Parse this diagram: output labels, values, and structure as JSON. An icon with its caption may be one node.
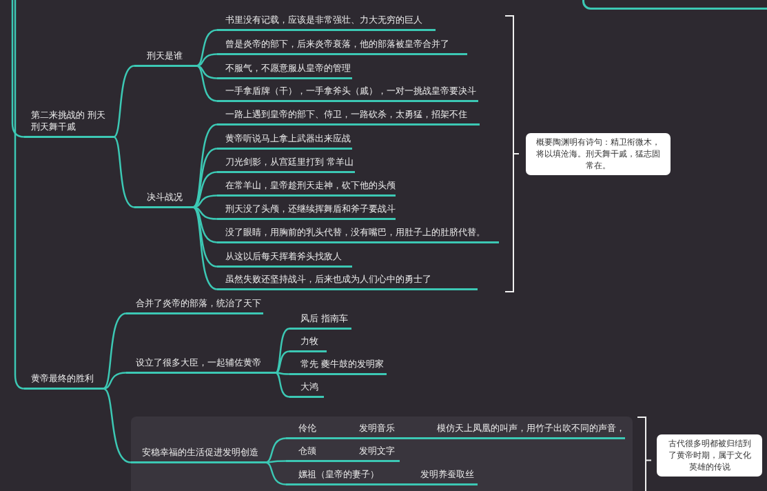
{
  "diagram": {
    "nodes": [
      {
        "text": [],
        "shape": "box"
      },
      {
        "text": [
          "第二来挑战的 刑天刑天舞干戚"
        ]
      },
      {
        "text": [
          "刑天是谁"
        ]
      },
      {
        "text": [
          "书里没有记载，应该是非常强壮、力大无穷的巨人"
        ]
      },
      {
        "text": [
          "曾是炎帝的部下，后来炎帝衰落，他的部落被皇帝合并了"
        ]
      },
      {
        "text": [
          "不服气，不愿意服从皇帝的管理"
        ]
      },
      {
        "text": [
          "一手拿盾牌（干），一手拿斧头（戚），一对一挑战皇帝要决斗"
        ]
      },
      {
        "text": [
          "决斗战况"
        ]
      },
      {
        "text": [
          "一路上遇到皇帝的部下、侍卫，一路砍杀，太勇猛，招架不住"
        ]
      },
      {
        "text": [
          "黄帝听说马上拿上武器出来应战"
        ]
      },
      {
        "text": [
          "刀光剑影，从宫廷里打到 常羊山"
        ]
      },
      {
        "text": [
          "在常羊山，皇帝趁刑天走神，砍下他的头颅"
        ]
      },
      {
        "text": [
          "刑天没了头颅，还继续挥舞盾和斧子要战斗"
        ]
      },
      {
        "text": [
          "没了眼睛，用胸前的乳头代替，没有嘴巴，用肚子上的肚脐代替。"
        ]
      },
      {
        "text": [
          "从这以后每天挥着斧头找敌人"
        ]
      },
      {
        "text": [
          "虽然失败还坚持战斗，后来也成为人们心中的勇士了"
        ]
      },
      {
        "text": [
          "概要陶渊明有诗句：精卫衔微木，将以填沧海。刑天舞干戚，猛志固常在。"
        ]
      },
      {
        "text": [
          "黄帝最终的胜利"
        ]
      },
      {
        "text": [
          "合并了炎帝的部落，统治了天下"
        ]
      },
      {
        "text": [
          "设立了很多大臣，一起辅佐黄帝"
        ]
      },
      {
        "text": [
          "风后 指南车"
        ]
      },
      {
        "text": [
          "力牧"
        ]
      },
      {
        "text": [
          "常先 夔牛鼓的发明家"
        ]
      },
      {
        "text": [
          "大鸿"
        ]
      },
      {
        "text": [],
        "shape": "box"
      },
      {
        "text": [
          "安稳幸福的生活促进发明创造"
        ],
        "in": 24
      },
      {
        "text": [
          "伶伦",
          "发明音乐",
          "模仿天上凤凰的叫声，用竹子出吹不同的声音，"
        ],
        "in": 24
      },
      {
        "text": [
          "仓颉",
          "发明文字"
        ],
        "in": 24
      },
      {
        "text": [
          "嫘祖（皇帝的妻子）",
          "发明养蚕取丝"
        ],
        "in": 24
      },
      {
        "text": [
          "古代很多明都被归结到了黄帝时期，属于文化英雄的传说"
        ]
      }
    ],
    "edges": [
      {
        "from": null,
        "to": 1,
        "arrow": "none"
      },
      {
        "from": null,
        "to": 17,
        "arrow": "none"
      },
      {
        "from": 1,
        "to": 2,
        "arrow": "none"
      },
      {
        "from": 1,
        "to": 7,
        "arrow": "none"
      },
      {
        "from": 2,
        "to": 3,
        "arrow": "none"
      },
      {
        "from": 2,
        "to": 4,
        "arrow": "none"
      },
      {
        "from": 2,
        "to": 5,
        "arrow": "none"
      },
      {
        "from": 2,
        "to": 6,
        "arrow": "none"
      },
      {
        "from": 7,
        "to": 8,
        "arrow": "none"
      },
      {
        "from": 7,
        "to": 9,
        "arrow": "none"
      },
      {
        "from": 7,
        "to": 10,
        "arrow": "none"
      },
      {
        "from": 7,
        "to": 11,
        "arrow": "none"
      },
      {
        "from": 7,
        "to": 12,
        "arrow": "none"
      },
      {
        "from": 7,
        "to": 13,
        "arrow": "none"
      },
      {
        "from": 7,
        "to": 14,
        "arrow": "none"
      },
      {
        "from": 7,
        "to": 15,
        "arrow": "none"
      },
      {
        "from": 17,
        "to": 18,
        "arrow": "none"
      },
      {
        "from": 17,
        "to": 19,
        "arrow": "none"
      },
      {
        "from": 17,
        "to": 25,
        "arrow": "none"
      },
      {
        "from": 19,
        "to": 20,
        "arrow": "none"
      },
      {
        "from": 19,
        "to": 21,
        "arrow": "none"
      },
      {
        "from": 19,
        "to": 22,
        "arrow": "none"
      },
      {
        "from": 19,
        "to": 23,
        "arrow": "none"
      },
      {
        "from": 25,
        "to": 26,
        "arrow": "none"
      },
      {
        "from": 25,
        "to": 27,
        "arrow": "none"
      },
      {
        "from": 25,
        "to": 28,
        "arrow": "none"
      }
    ]
  }
}
